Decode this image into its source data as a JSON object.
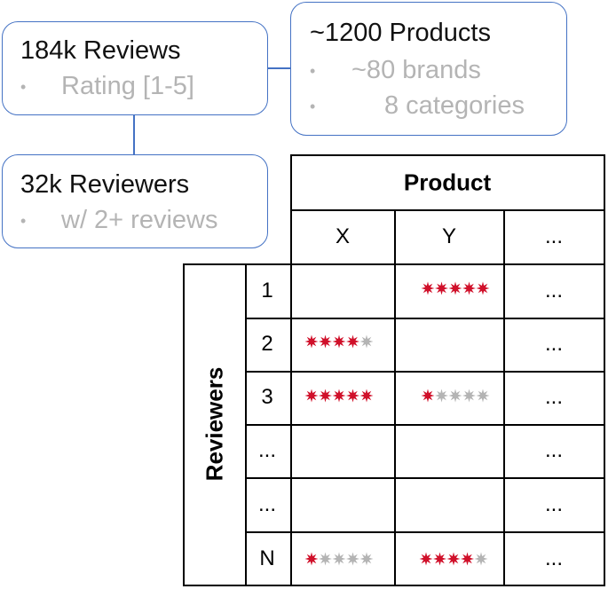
{
  "boxes": {
    "reviews": {
      "title": "184k Reviews",
      "bullets": [
        "Rating [1-5]"
      ]
    },
    "products": {
      "title": "~1200 Products",
      "bullets": [
        "~80 brands",
        "8 categories"
      ]
    },
    "reviewers": {
      "title": "32k Reviewers",
      "bullets": [
        "w/ 2+ reviews"
      ]
    }
  },
  "matrix": {
    "product_header": "Product",
    "reviewers_header": "Reviewers",
    "columns": [
      "X",
      "Y",
      "..."
    ],
    "rows": [
      {
        "label": "1",
        "x": null,
        "y": 5,
        "more": "..."
      },
      {
        "label": "2",
        "x": 4,
        "y": null,
        "more": "..."
      },
      {
        "label": "3",
        "x": 5,
        "y": 1,
        "more": "..."
      },
      {
        "label": "...",
        "x": null,
        "y": null,
        "more": "..."
      },
      {
        "label": "...",
        "x": null,
        "y": null,
        "more": "..."
      },
      {
        "label": "N",
        "x": 1,
        "y": 4,
        "more": "..."
      }
    ],
    "max_rating": 5
  },
  "colors": {
    "accent": "#4472c4",
    "star_filled": "#d0102a",
    "star_empty": "#b4b4b4",
    "bullet_text": "#b4b4b4"
  }
}
